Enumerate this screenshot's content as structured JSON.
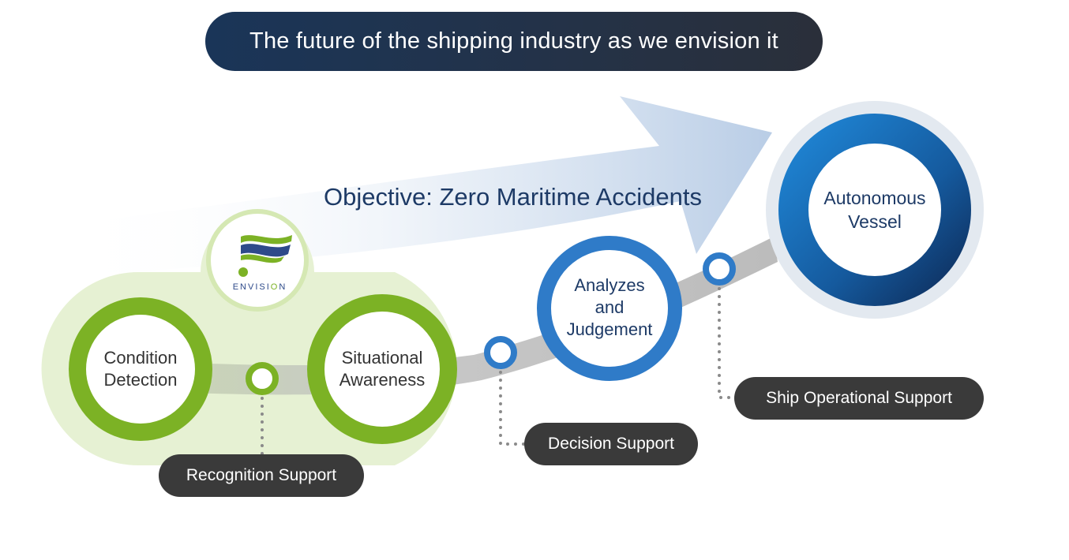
{
  "title": "The future of the shipping industry as we envision it",
  "objective": "Objective: Zero Maritime Accidents",
  "logo": {
    "text_before": "ENVISI",
    "text_o": "O",
    "text_after": "N"
  },
  "nodes": {
    "condition_detection": "Condition\nDetection",
    "situational_awareness": "Situational\nAwareness",
    "analyzes_judgement": "Analyzes\nand\nJudgement",
    "autonomous_vessel": "Autonomous\nVessel"
  },
  "supports": {
    "recognition": "Recognition Support",
    "decision": "Decision Support",
    "ship_operational": "Ship Operational Support"
  },
  "colors": {
    "green": "#7cb225",
    "light_green": "#e6f1d3",
    "blue": "#2f7bc8",
    "dark_blue": "#173a6e",
    "pill_dark": "#3a3a3a",
    "title_bg": "#1f3453"
  }
}
